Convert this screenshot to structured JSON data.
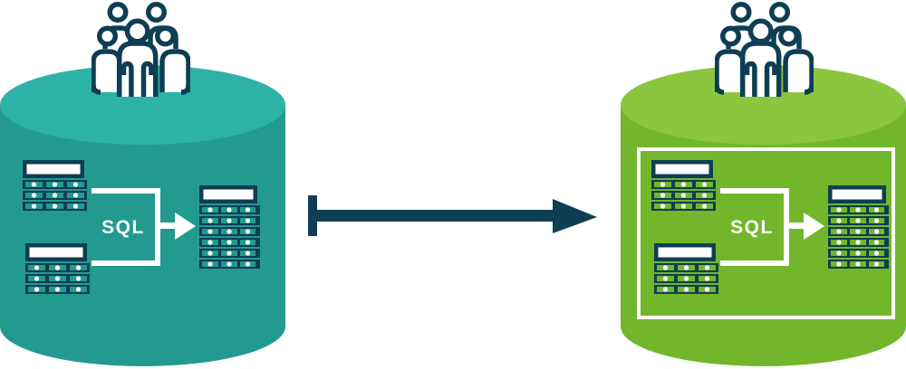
{
  "diagram": {
    "left_database": {
      "sql_label": "SQL",
      "body_color": "#239a90",
      "top_color": "#2db3a6",
      "source_table_count": 2,
      "result_table_count": 1,
      "users_icon": "users-group-icon",
      "table_icon": "data-table-icon",
      "flow_icon": "sql-merge-arrow-icon"
    },
    "right_database": {
      "sql_label": "SQL",
      "body_color": "#72b62c",
      "top_color": "#8cc63f",
      "source_table_count": 2,
      "result_table_count": 1,
      "has_white_frame": true,
      "users_icon": "users-group-icon",
      "table_icon": "data-table-icon",
      "flow_icon": "sql-merge-arrow-icon"
    },
    "transfer_arrow": {
      "icon": "right-arrow-icon",
      "color": "#0e3e53",
      "direction": "left-to-right"
    }
  }
}
